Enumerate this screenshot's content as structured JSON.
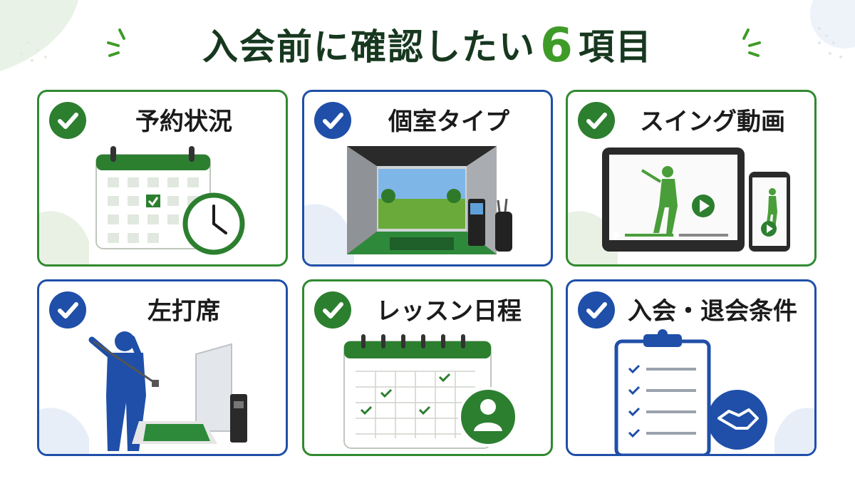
{
  "title": {
    "main": "入会前に確認したい",
    "number": "6",
    "suffix": "項目"
  },
  "colors": {
    "green": "#2c7f2f",
    "blue": "#1f4fa8",
    "title": "#17381f",
    "accent_green": "#3f9b28"
  },
  "cards": [
    {
      "label": "予約状況",
      "icon": "calendar-clock-icon",
      "theme": "green"
    },
    {
      "label": "個室タイプ",
      "icon": "golf-simulator-room-icon",
      "theme": "blue"
    },
    {
      "label": "スイング動画",
      "icon": "swing-video-icon",
      "theme": "green"
    },
    {
      "label": "左打席",
      "icon": "left-handed-golfer-icon",
      "theme": "blue"
    },
    {
      "label": "レッスン日程",
      "icon": "lesson-calendar-icon",
      "theme": "green"
    },
    {
      "label": "入会・退会条件",
      "icon": "clipboard-handshake-icon",
      "theme": "blue"
    }
  ]
}
